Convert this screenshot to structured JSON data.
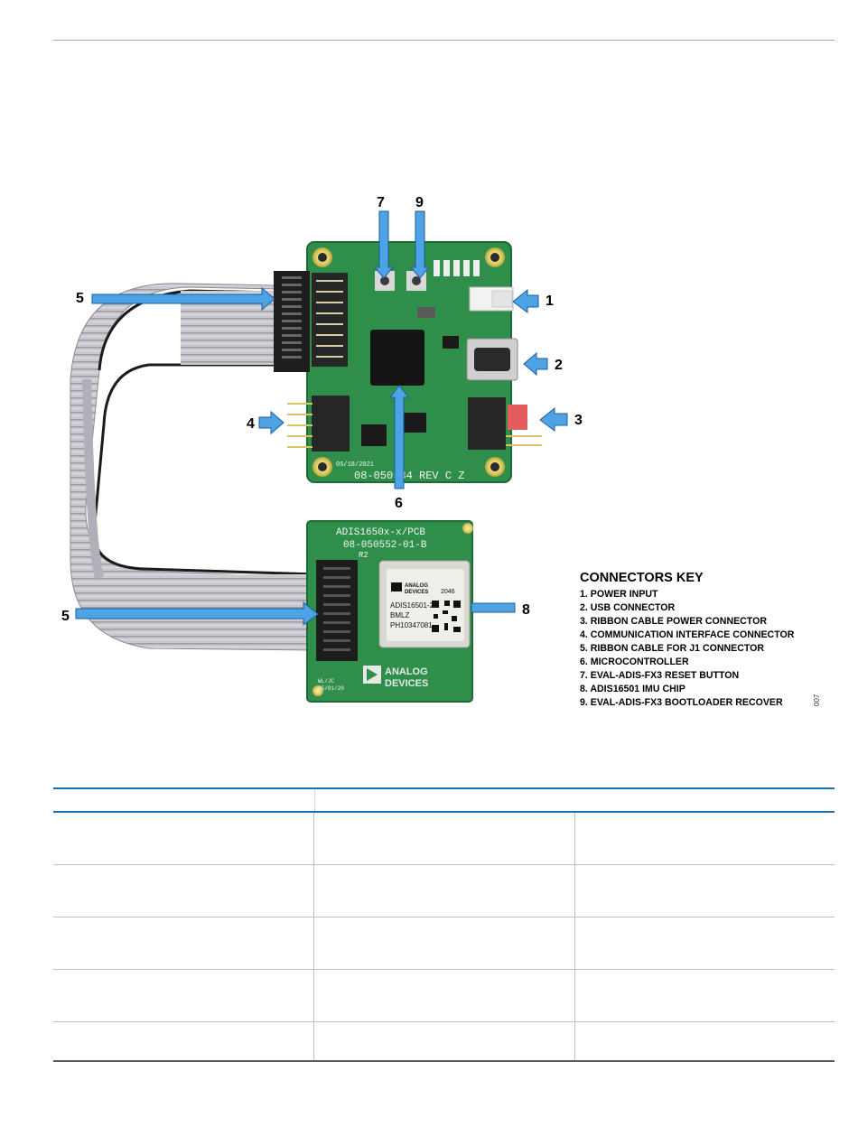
{
  "figure": {
    "callouts": [
      "1",
      "2",
      "3",
      "4",
      "5",
      "5",
      "6",
      "7",
      "8",
      "9"
    ],
    "board_silkscreen": {
      "main_pcb_id": "08-050534 REV C Z",
      "main_pcb_date": "05/18/2021",
      "interposer_title": "ADIS1650x-x/PCB",
      "interposer_id": "08-050552-01-B",
      "interposer_rev": "R2",
      "interposer_initials": "WL/JC",
      "interposer_date": "05/01/20",
      "chip_brand_line1": "ANALOG",
      "chip_brand_line2": "DEVICES",
      "chip_code": "2046",
      "chip_part": "ADIS16501-2",
      "chip_suffix": "BMLZ",
      "chip_lot": "PH10347081",
      "logo_line1": "ANALOG",
      "logo_line2": "DEVICES"
    },
    "key": {
      "title": "CONNECTORS KEY",
      "items": [
        "1. POWER INPUT",
        "2. USB CONNECTOR",
        "3. RIBBON CABLE POWER CONNECTOR",
        "4. COMMUNICATION INTERFACE CONNECTOR",
        "5. RIBBON CABLE FOR J1 CONNECTOR",
        "6. MICROCONTROLLER",
        "7. EVAL-ADIS-FX3 RESET BUTTON",
        "8. ADIS16501 IMU CHIP",
        "9. EVAL-ADIS-FX3 BOOTLOADER RECOVER"
      ]
    },
    "figure_number": "007"
  },
  "colors": {
    "arrow_blue": "#4ea3e6",
    "arrow_outline": "#1b5f9c",
    "pcb_green": "#2f8f4a",
    "table_rule_blue": "#1a6fb0"
  }
}
